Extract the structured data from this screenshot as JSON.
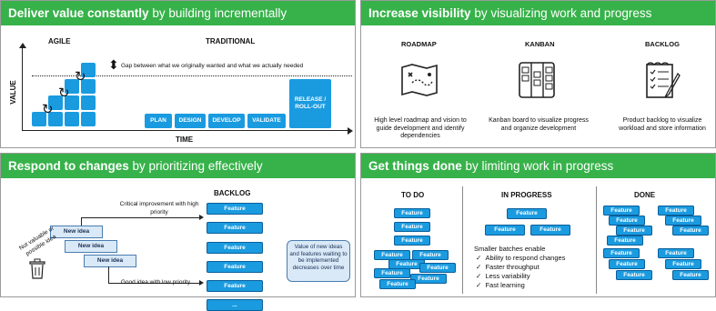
{
  "colors": {
    "accent": "#37b24a",
    "blue": "#1a9be0",
    "text": "#111111"
  },
  "q1": {
    "title_bold": "Deliver value constantly",
    "title_rest": " by building incrementally",
    "agile_label": "AGILE",
    "traditional_label": "TRADITIONAL",
    "gap_text": "Gap between what we originally wanted and what we actually needed",
    "y_axis": "VALUE",
    "x_axis": "TIME",
    "phases": [
      "PLAN",
      "DESIGN",
      "DEVELOP",
      "VALIDATE"
    ],
    "release": "RELEASE / ROLL-OUT"
  },
  "q2": {
    "title_bold": "Increase visibility",
    "title_rest": " by visualizing work and progress",
    "columns": [
      {
        "title": "ROADMAP",
        "icon": "roadmap-icon",
        "desc": "High level roadmap and vision to guide development and identify dependencies"
      },
      {
        "title": "KANBAN",
        "icon": "kanban-icon",
        "desc": "Kanban board to visualize progress and organize development"
      },
      {
        "title": "BACKLOG",
        "icon": "backlog-icon",
        "desc": "Product backlog to visualize workload and store information"
      }
    ]
  },
  "q3": {
    "title_bold": "Respond to changes",
    "title_rest": " by prioritizing effectively",
    "backlog_label": "BACKLOG",
    "critical_text": "Critical improvement with high priority",
    "good_text": "Good idea with low priority",
    "not_valuable_text": "Not valuable or possible idea",
    "new_idea": "New idea",
    "feature": "Feature",
    "ellipsis": "...",
    "callout": "Value of new ideas and features waiting to be implemented decreases over time"
  },
  "q4": {
    "title_bold": "Get things done",
    "title_rest": " by limiting work in progress",
    "todo": "TO DO",
    "in_progress": "IN PROGRESS",
    "done": "DONE",
    "feature": "Feature",
    "benefits_title": "Smaller batches enable",
    "benefits": [
      "Ability to respond changes",
      "Faster throughput",
      "Less variability",
      "Fast learning"
    ]
  }
}
